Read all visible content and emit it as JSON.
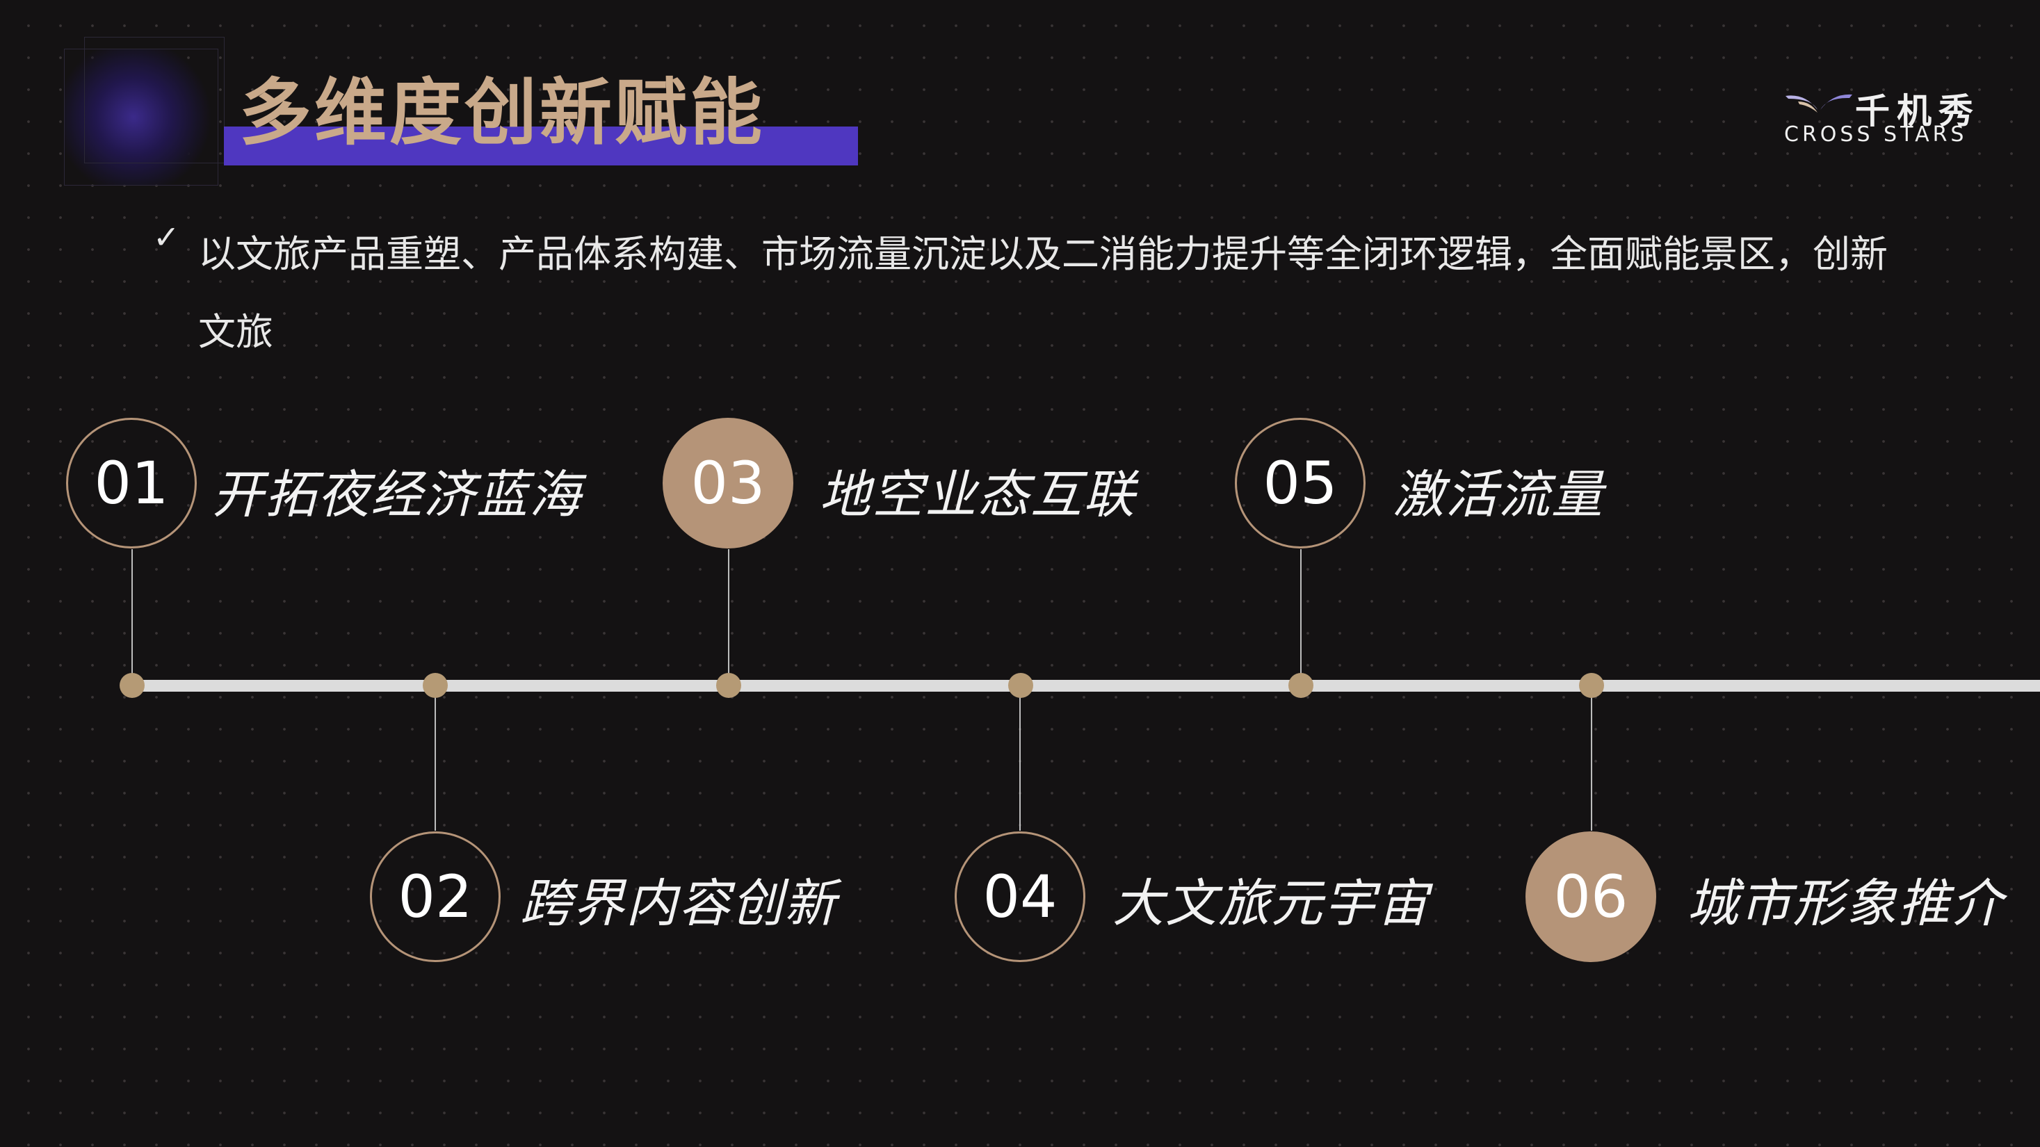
{
  "header": {
    "title": "多维度创新赋能",
    "logo_cn": "千机秀",
    "logo_en": "CROSS STARS"
  },
  "intro": {
    "check_icon": "✓",
    "text": "以文旅产品重塑、产品体系构建、市场流量沉淀以及二消能力提升等全闭环逻辑，全面赋能景区，创新文旅"
  },
  "items": [
    {
      "num": "01",
      "label": "开拓夜经济蓝海",
      "filled": false
    },
    {
      "num": "02",
      "label": "跨界内容创新",
      "filled": false
    },
    {
      "num": "03",
      "label": "地空业态互联",
      "filled": true
    },
    {
      "num": "04",
      "label": "大文旅元宇宙",
      "filled": false
    },
    {
      "num": "05",
      "label": "激活流量",
      "filled": false
    },
    {
      "num": "06",
      "label": "城市形象推介",
      "filled": true
    }
  ],
  "colors": {
    "accent": "#b59478",
    "title_bar": "#4f37c0",
    "background": "#141213"
  }
}
